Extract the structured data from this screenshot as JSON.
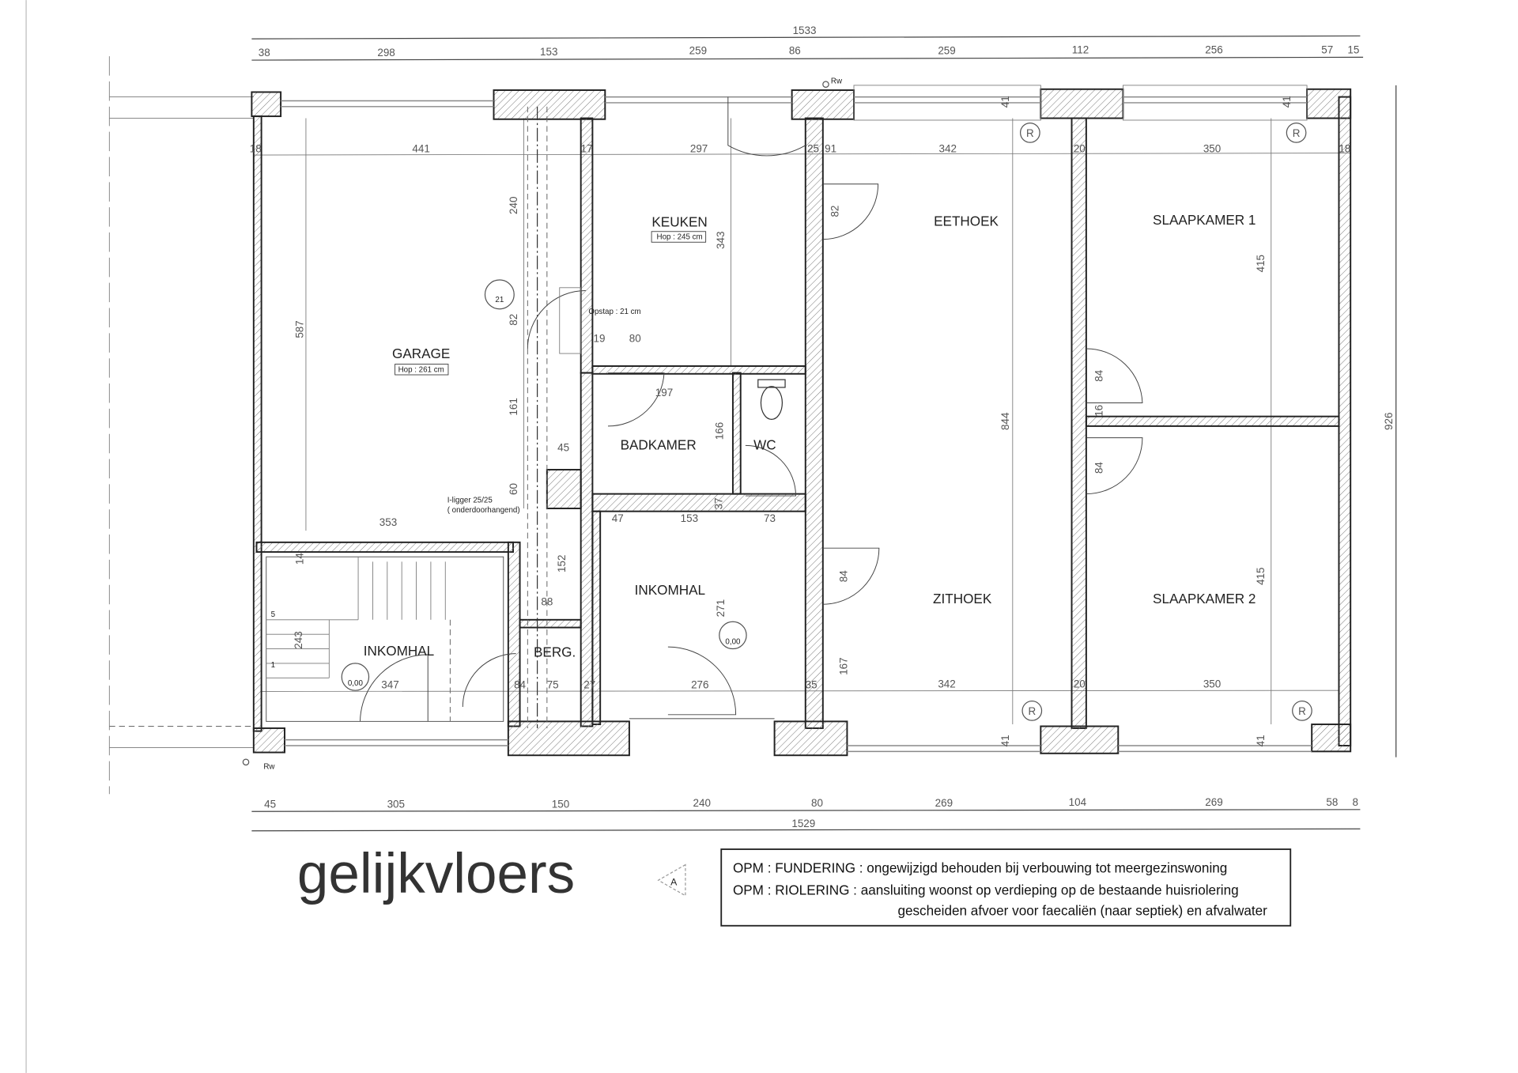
{
  "title": "gelijkvloers",
  "section_marker": "A",
  "notes": {
    "line1": "OPM : FUNDERING : ongewijzigd behouden bij verbouwing tot meergezinswoning",
    "line2": "OPM : RIOLERING : aansluiting woonst op verdieping op de bestaande huisriolering",
    "line3": "gescheiden afvoer voor faecaliën (naar septiek) en afvalwater"
  },
  "rooms": {
    "garage": "GARAGE",
    "garage_height": "Hop : 261 cm",
    "keuken": "KEUKEN",
    "keuken_height": "Hop : 245 cm",
    "eethoek": "EETHOEK",
    "slaapkamer1": "SLAAPKAMER 1",
    "badkamer": "BADKAMER",
    "wc": "WC",
    "inkomhal_center": "INKOMHAL",
    "zithoek": "ZITHOEK",
    "slaapkamer2": "SLAAPKAMER 2",
    "inkomhal_left": "INKOMHAL",
    "berg": "BERG."
  },
  "annotations": {
    "opstap": "Opstap : 21 cm",
    "step_level": "21",
    "level_center": "0,00",
    "level_left": "0,00",
    "iligger1": "I-ligger 25/25",
    "iligger2": "( onderdoorhangend)",
    "rw_top": "Rw",
    "rw_bottom": "Rw",
    "radiator": "R",
    "stair_5": "5",
    "stair_1": "1"
  },
  "dimensions": {
    "top_total": "1533",
    "top": [
      "38",
      "298",
      "153",
      "259",
      "86",
      "259",
      "112",
      "256",
      "57",
      "15"
    ],
    "inner_top": [
      "18",
      "441",
      "17",
      "297",
      "25",
      "91",
      "342",
      "20",
      "350",
      "18"
    ],
    "bottom": [
      "45",
      "305",
      "150",
      "240",
      "80",
      "269",
      "104",
      "269",
      "58",
      "8"
    ],
    "bottom_total": "1529",
    "inner_bottom": [
      "347",
      "84",
      "75",
      "27",
      "276",
      "35",
      "342",
      "20",
      "350"
    ],
    "right_total": "926",
    "vertical": [
      "844",
      "415",
      "415",
      "587",
      "343",
      "240",
      "82",
      "161",
      "60",
      "152",
      "88",
      "166",
      "271",
      "167",
      "84",
      "82",
      "84",
      "84",
      "16",
      "243",
      "14",
      "41",
      "41",
      "41",
      "41"
    ],
    "misc": [
      "19",
      "80",
      "197",
      "45",
      "47",
      "153",
      "73",
      "353",
      "37"
    ]
  }
}
